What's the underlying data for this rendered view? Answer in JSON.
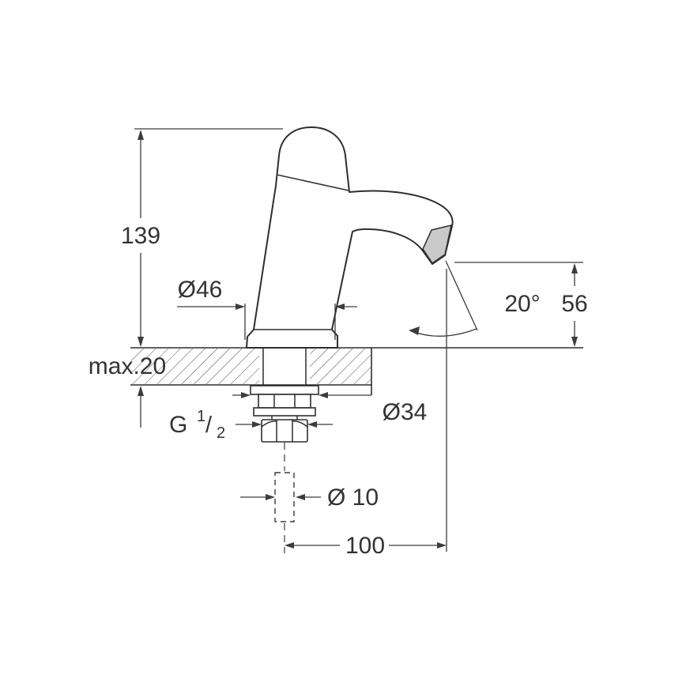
{
  "drawing": {
    "type": "technical-dimension-drawing",
    "subject": "pillar tap faucet cross-section with mounting hardware",
    "colors": {
      "line": "#2e2e2e",
      "dimension": "#3c3c3c",
      "background": "#ffffff",
      "aerator_shade": "#c9c9c9"
    },
    "labels": {
      "height": "139",
      "deck_thickness": "max.20",
      "base_diameter": "Ø46",
      "spout_angle": "20°",
      "spout_height": "56",
      "washer_diameter": "Ø34",
      "thread_g": "G",
      "thread_num": "1",
      "thread_slash": "/",
      "thread_den": "2",
      "inlet_diameter": "Ø 10",
      "spout_reach": "100"
    }
  }
}
